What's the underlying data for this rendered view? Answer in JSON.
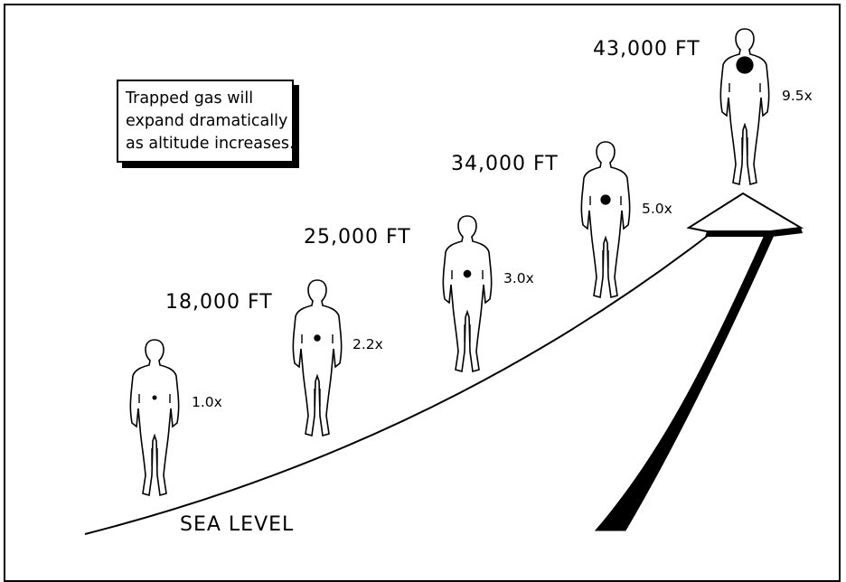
{
  "callout": {
    "lines": [
      "Trapped gas will",
      "expand dramatically",
      "as altitude increases."
    ]
  },
  "stages": [
    {
      "altitude": "SEA LEVEL",
      "multiplier": "1.0x",
      "expansion_factor": 1.0
    },
    {
      "altitude": "18,000 FT",
      "multiplier": "2.2x",
      "expansion_factor": 2.2
    },
    {
      "altitude": "25,000 FT",
      "multiplier": "3.0x",
      "expansion_factor": 3.0
    },
    {
      "altitude": "34,000 FT",
      "multiplier": "5.0x",
      "expansion_factor": 5.0
    },
    {
      "altitude": "43,000 FT",
      "multiplier": "9.5x",
      "expansion_factor": 9.5
    }
  ],
  "colors": {
    "ink": "#000000",
    "background": "#ffffff"
  },
  "icons": {
    "figure": "human-figure-icon",
    "gas": "gas-bubble-icon",
    "arrow": "altitude-arrow-icon"
  }
}
